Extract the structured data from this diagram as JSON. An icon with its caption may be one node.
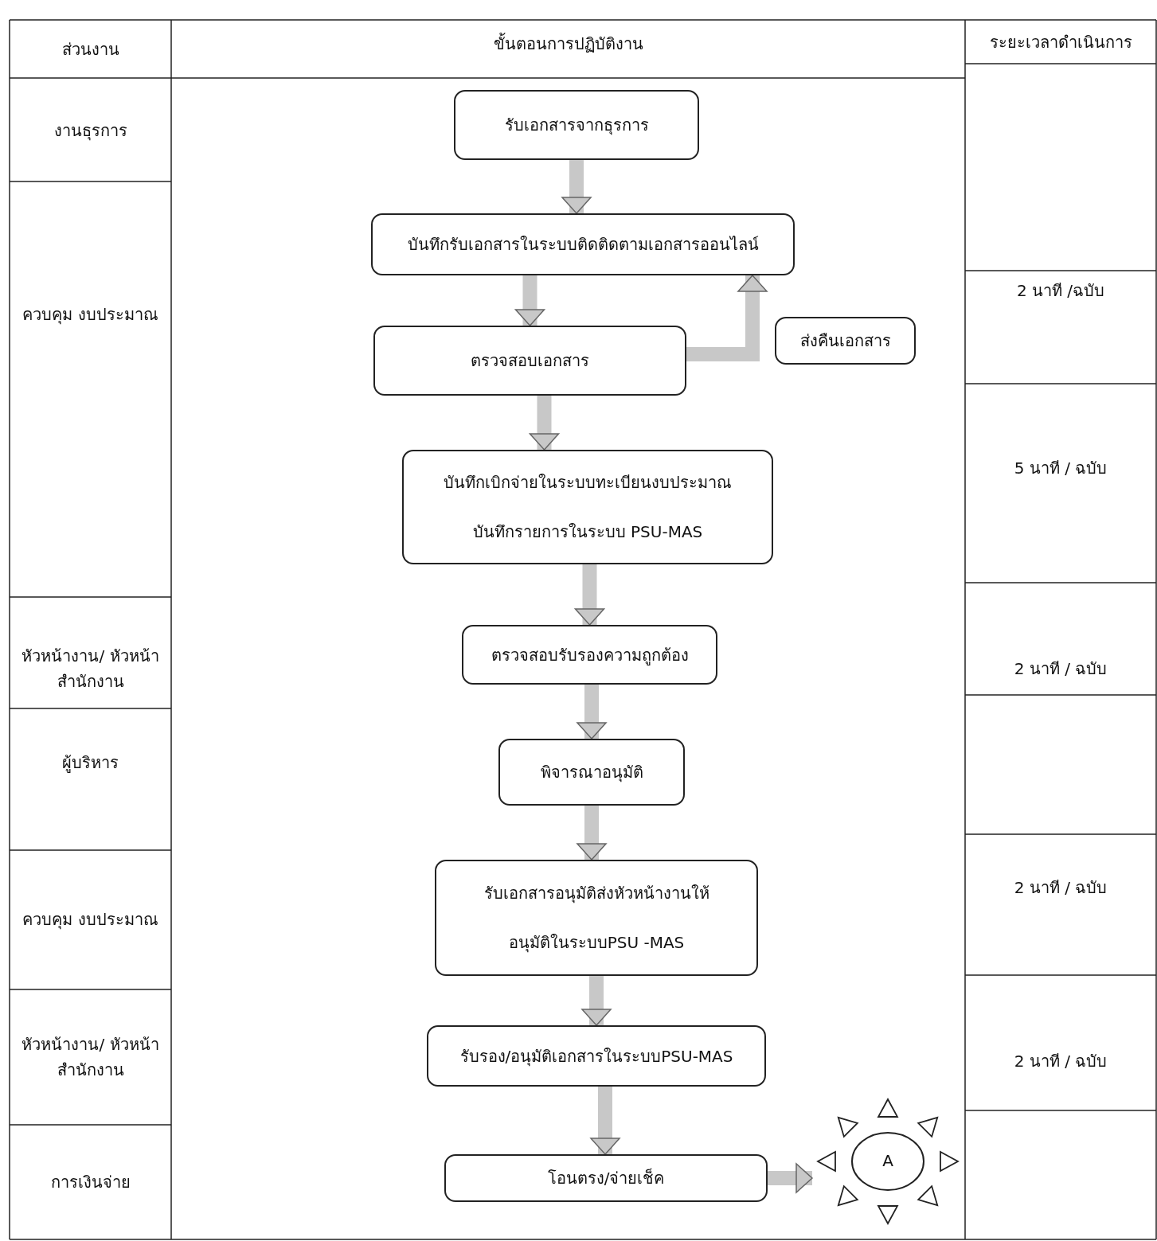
{
  "diagram": {
    "nodes": [
      {
        "text": [
          "รับเอกสารจากธุรการ"
        ]
      },
      {
        "text": [
          "บันทึกรับเอกสารในระบบติดติดตามเอกสารออนไลน์"
        ]
      },
      {
        "text": [
          "ตรวจสอบเอกสาร"
        ]
      },
      {
        "text": [
          "ส่งคืนเอกสาร"
        ]
      },
      {
        "text": [
          "บันทึกเบิกจ่ายในระบบทะเบียนงบประมาณ",
          "บันทึกรายการในระบบ PSU-MAS"
        ]
      },
      {
        "text": [
          "ตรวจสอบรับรองความถูกต้อง"
        ]
      },
      {
        "text": [
          "พิจารณาอนุมัติ"
        ]
      },
      {
        "text": [
          "รับเอกสารอนุมัติส่งหัวหน้างานให้",
          "อนุมัติในระบบPSU -MAS"
        ]
      },
      {
        "text": [
          "รับรอง/อนุมัติเอกสารในระบบPSU-MAS"
        ]
      },
      {
        "text": [
          "โอนตรง/จ่ายเช็ค"
        ]
      },
      {
        "text": [
          "A"
        ]
      }
    ],
    "edges": [
      {
        "from": 0,
        "to": 1,
        "arrow": "to"
      },
      {
        "from": 1,
        "to": 2,
        "arrow": "to"
      },
      {
        "from": 2,
        "to": 1,
        "arrow": "to"
      },
      {
        "from": 2,
        "to": 4,
        "arrow": "to"
      },
      {
        "from": 4,
        "to": 5,
        "arrow": "to"
      },
      {
        "from": 5,
        "to": 6,
        "arrow": "to"
      },
      {
        "from": 6,
        "to": 7,
        "arrow": "to"
      },
      {
        "from": 7,
        "to": 8,
        "arrow": "to"
      },
      {
        "from": 8,
        "to": 9,
        "arrow": "to"
      },
      {
        "from": 9,
        "to": 10,
        "arrow": "to"
      }
    ],
    "labels": [
      "ส่วนงาน",
      "ขั้นตอนการปฏิบัติงาน",
      "ระยะเวลาดำเนินการ",
      "งานธุรการ",
      "ควบคุม งบประมาณ",
      "2 นาที /ฉบับ",
      "5 นาที / ฉบับ",
      "หัวหน้างาน/ หัวหน้าสำนักงาน",
      "2 นาที / ฉบับ",
      "ผู้บริหาร",
      "ควบคุม งบประมาณ",
      "2 นาที / ฉบับ",
      "หัวหน้างาน/ หัวหน้าสำนักงาน",
      "2 นาที / ฉบับ",
      "การเงินจ่าย"
    ]
  }
}
